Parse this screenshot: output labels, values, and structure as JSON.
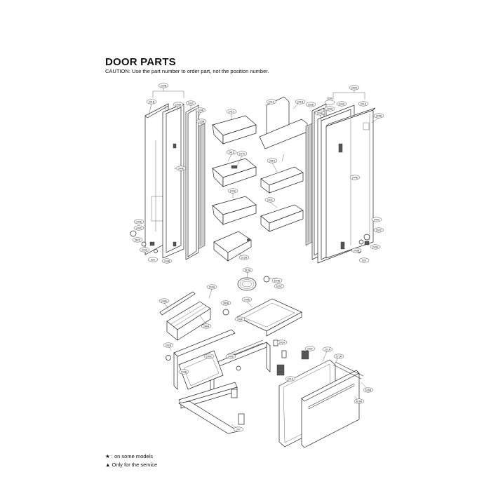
{
  "header": {
    "title": "DOOR PARTS",
    "caution": "CAUTION: Use the part number to order part, not the position number."
  },
  "legend": {
    "some_models": "★ : on some models",
    "service_only": "▲ Only for the service"
  },
  "callouts": {
    "left_door": [
      "230B",
      "231B",
      "239B",
      "233C",
      "224B",
      "225B",
      "244E",
      "240E",
      "240C",
      "262C",
      "243A",
      "243B",
      "620"
    ],
    "right_door": [
      "230A",
      "231A",
      "233A",
      "239A",
      "234A",
      "233B",
      "239C",
      "225A",
      "244E",
      "240C",
      "262C",
      "243A",
      "243B",
      "620"
    ],
    "bins": [
      "241A",
      "241B",
      "241C",
      "241D",
      "241E",
      "241F",
      "237A",
      "281A",
      "312B"
    ],
    "lower_drawer": [
      "248A",
      "200A",
      "280B",
      "280A",
      "249E",
      "249F",
      "249B",
      "249D",
      "249C",
      "247",
      "241F",
      "241A",
      "201A",
      "202A",
      "271A",
      "272A",
      "616A",
      "616B",
      "615A",
      "620B",
      "620C"
    ]
  }
}
